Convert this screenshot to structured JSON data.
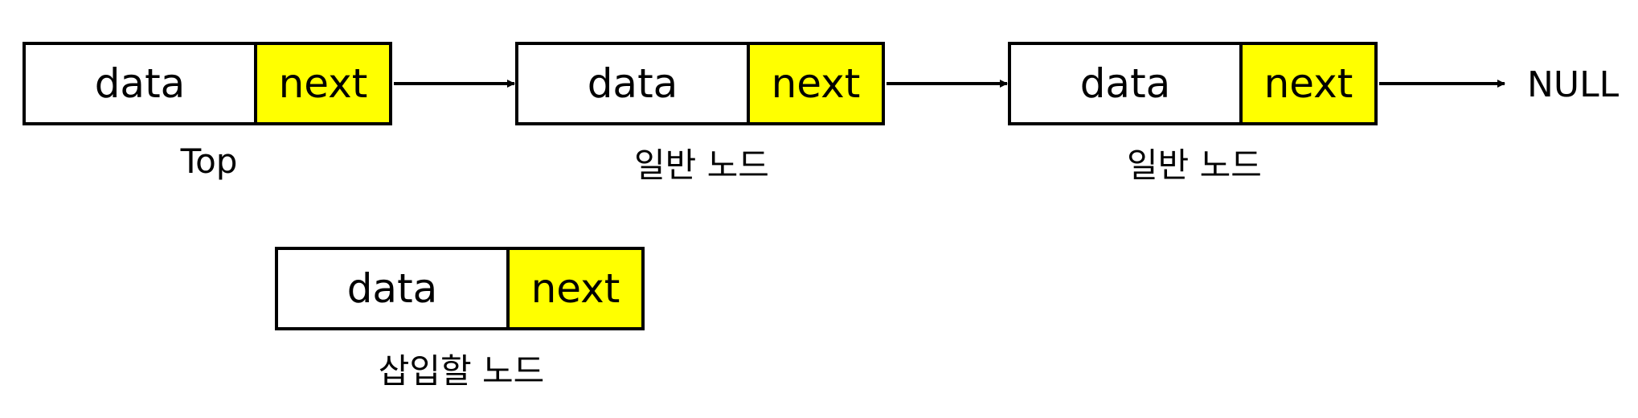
{
  "nodes": [
    {
      "data_label": "data",
      "next_label": "next",
      "caption": "Top"
    },
    {
      "data_label": "data",
      "next_label": "next",
      "caption": "일반 노드"
    },
    {
      "data_label": "data",
      "next_label": "next",
      "caption": "일반 노드"
    },
    {
      "data_label": "data",
      "next_label": "next",
      "caption": "삽입할 노드"
    }
  ],
  "null_label": "NULL",
  "colors": {
    "next_fill": "#ffff00",
    "data_fill": "#ffffff",
    "stroke": "#000000"
  }
}
